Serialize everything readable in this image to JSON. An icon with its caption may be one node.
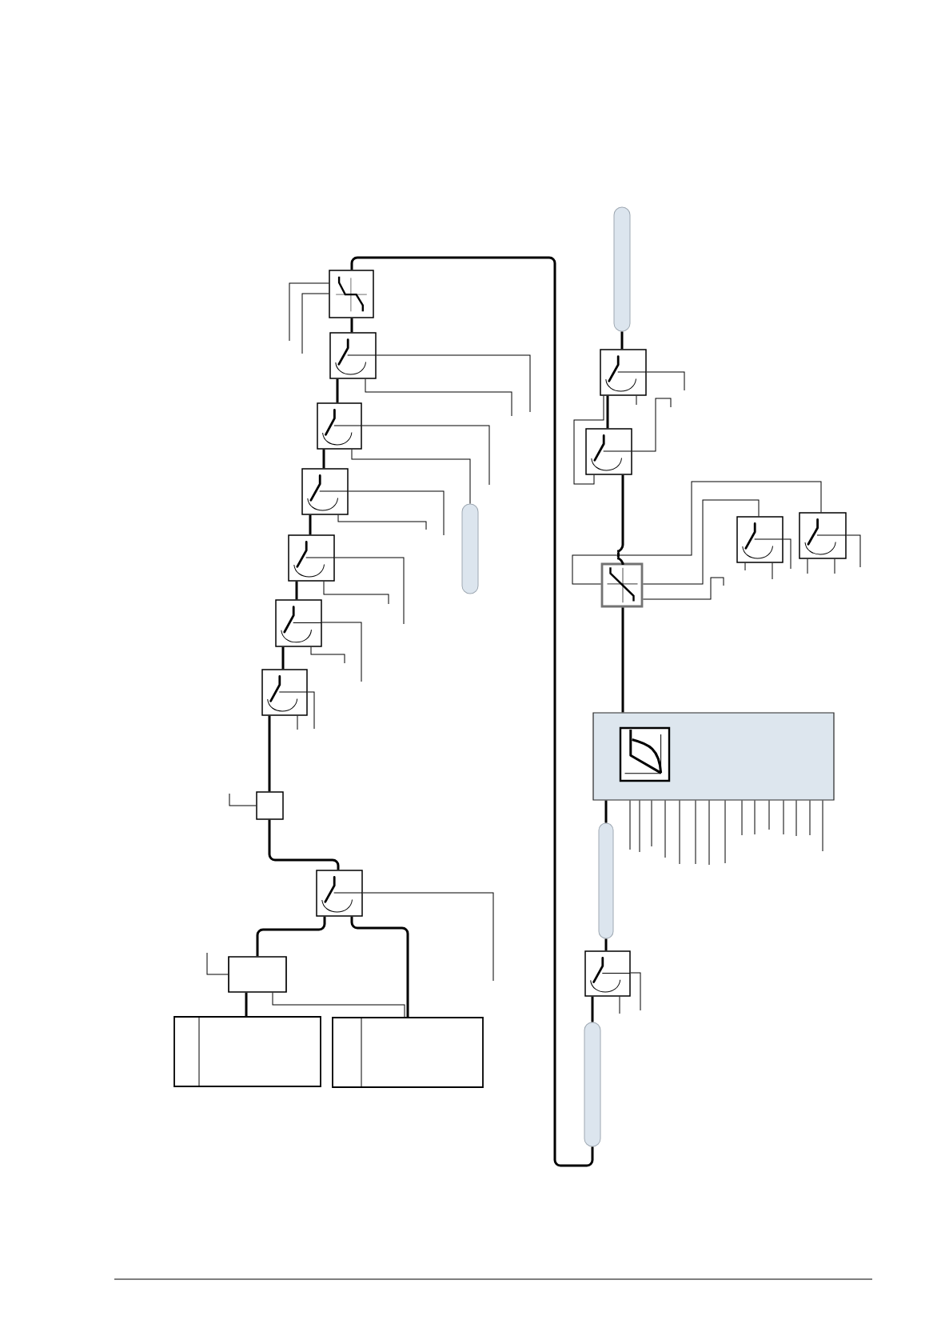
{
  "diagram": {
    "nodes": [
      {
        "text": [],
        "shape": "box"
      },
      {
        "text": [],
        "shape": "box"
      },
      {
        "text": [],
        "shape": "box"
      },
      {
        "text": [],
        "shape": "box"
      },
      {
        "text": [],
        "shape": "bar"
      },
      {
        "text": [],
        "shape": "box"
      },
      {
        "text": [],
        "shape": "box"
      },
      {
        "text": [],
        "shape": "box"
      },
      {
        "text": [],
        "shape": "box"
      },
      {
        "text": [],
        "shape": "box"
      },
      {
        "text": [],
        "shape": "box"
      },
      {
        "text": [],
        "shape": "box"
      },
      {
        "text": [],
        "shape": "box"
      },
      {
        "text": [],
        "shape": "bar"
      },
      {
        "text": [],
        "shape": "box"
      },
      {
        "text": [],
        "shape": "box"
      },
      {
        "text": [],
        "shape": "box"
      },
      {
        "text": [],
        "shape": "box"
      },
      {
        "text": [],
        "shape": "box"
      },
      {
        "text": [],
        "shape": "box"
      },
      {
        "text": [],
        "shape": "box",
        "in": 19
      },
      {
        "text": [],
        "shape": "bar"
      },
      {
        "text": [],
        "shape": "box"
      },
      {
        "text": [],
        "shape": "bar"
      }
    ],
    "edges": [
      {
        "from": 0,
        "to": 1,
        "arrow": "none"
      },
      {
        "from": 1,
        "to": 2,
        "arrow": "none"
      },
      {
        "from": 2,
        "to": 3,
        "arrow": "none"
      },
      {
        "from": 3,
        "to": 5,
        "arrow": "none"
      },
      {
        "from": 5,
        "to": 6,
        "arrow": "none"
      },
      {
        "from": 6,
        "to": 7,
        "arrow": "none"
      },
      {
        "from": 7,
        "to": 8,
        "arrow": "none"
      },
      {
        "from": 8,
        "to": 9,
        "arrow": "none"
      },
      {
        "from": 9,
        "to": 10,
        "arrow": "none"
      },
      {
        "from": 9,
        "to": 12,
        "arrow": "none"
      },
      {
        "from": 10,
        "to": 11,
        "arrow": "none"
      },
      {
        "from": 10,
        "to": 12,
        "arrow": "none"
      },
      {
        "from": 2,
        "to": 4,
        "arrow": "none"
      },
      {
        "from": 0,
        "to": 23,
        "arrow": "none"
      },
      {
        "from": 13,
        "to": 14,
        "arrow": "none"
      },
      {
        "from": 14,
        "to": 15,
        "arrow": "none"
      },
      {
        "from": 15,
        "to": 16,
        "arrow": "none"
      },
      {
        "from": 16,
        "to": 18,
        "arrow": "none"
      },
      {
        "from": 16,
        "to": 17,
        "arrow": "none"
      },
      {
        "from": 16,
        "to": 19,
        "arrow": "none"
      },
      {
        "from": 19,
        "to": 21,
        "arrow": "none"
      },
      {
        "from": 21,
        "to": 22,
        "arrow": "none"
      },
      {
        "from": 22,
        "to": 23,
        "arrow": "none"
      },
      {
        "from": 14,
        "to": 15,
        "arrow": "none"
      },
      {
        "from": 0,
        "to": null,
        "arrow": "none"
      },
      {
        "from": 0,
        "to": null,
        "arrow": "none"
      },
      {
        "from": 1,
        "to": null,
        "arrow": "none"
      },
      {
        "from": 1,
        "to": null,
        "arrow": "none"
      },
      {
        "from": 2,
        "to": null,
        "arrow": "none"
      },
      {
        "from": 3,
        "to": null,
        "arrow": "none"
      },
      {
        "from": 3,
        "to": null,
        "arrow": "none"
      },
      {
        "from": 5,
        "to": null,
        "arrow": "none"
      },
      {
        "from": 5,
        "to": null,
        "arrow": "none"
      },
      {
        "from": 6,
        "to": null,
        "arrow": "none"
      },
      {
        "from": 6,
        "to": null,
        "arrow": "none"
      },
      {
        "from": 7,
        "to": null,
        "arrow": "none"
      },
      {
        "from": 7,
        "to": null,
        "arrow": "none"
      },
      {
        "from": 8,
        "to": null,
        "arrow": "none"
      },
      {
        "from": 9,
        "to": null,
        "arrow": "none"
      },
      {
        "from": 10,
        "to": null,
        "arrow": "none"
      },
      {
        "from": 14,
        "to": null,
        "arrow": "none"
      },
      {
        "from": 14,
        "to": null,
        "arrow": "none"
      },
      {
        "from": 15,
        "to": null,
        "arrow": "none"
      },
      {
        "from": 16,
        "to": null,
        "arrow": "none"
      },
      {
        "from": 17,
        "to": null,
        "arrow": "none"
      },
      {
        "from": 17,
        "to": null,
        "arrow": "none"
      },
      {
        "from": 17,
        "to": null,
        "arrow": "none"
      },
      {
        "from": 18,
        "to": null,
        "arrow": "none"
      },
      {
        "from": 18,
        "to": null,
        "arrow": "none"
      },
      {
        "from": 18,
        "to": null,
        "arrow": "none"
      },
      {
        "from": 22,
        "to": null,
        "arrow": "none"
      },
      {
        "from": 22,
        "to": null,
        "arrow": "none"
      },
      {
        "from": 19,
        "to": null,
        "arrow": "none"
      },
      {
        "from": 19,
        "to": null,
        "arrow": "none"
      },
      {
        "from": 19,
        "to": null,
        "arrow": "none"
      },
      {
        "from": 19,
        "to": null,
        "arrow": "none"
      },
      {
        "from": 19,
        "to": null,
        "arrow": "none"
      },
      {
        "from": 19,
        "to": null,
        "arrow": "none"
      },
      {
        "from": 19,
        "to": null,
        "arrow": "none"
      },
      {
        "from": 19,
        "to": null,
        "arrow": "none"
      },
      {
        "from": 19,
        "to": null,
        "arrow": "none"
      },
      {
        "from": 19,
        "to": null,
        "arrow": "none"
      },
      {
        "from": 19,
        "to": null,
        "arrow": "none"
      },
      {
        "from": 19,
        "to": null,
        "arrow": "none"
      },
      {
        "from": 19,
        "to": null,
        "arrow": "none"
      },
      {
        "from": 19,
        "to": null,
        "arrow": "none"
      },
      {
        "from": 19,
        "to": null,
        "arrow": "none"
      }
    ]
  }
}
